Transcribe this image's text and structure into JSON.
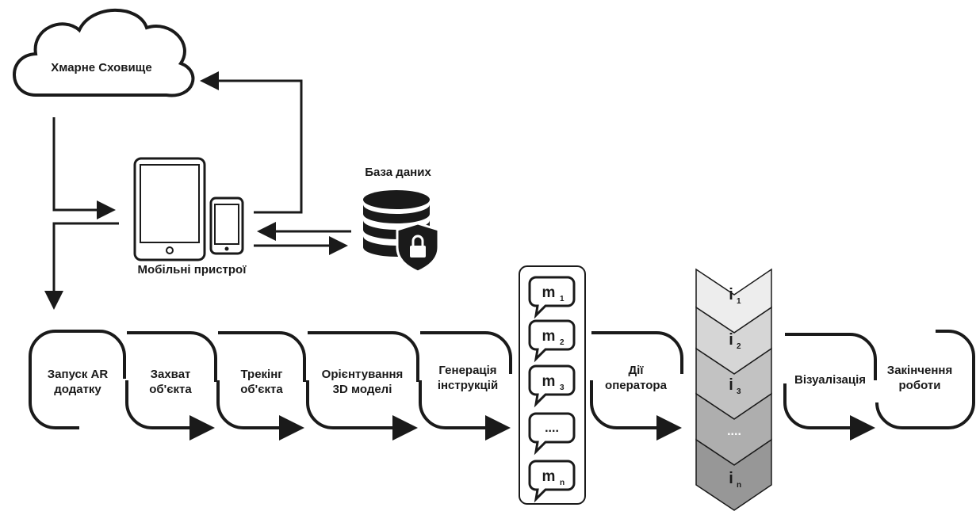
{
  "cloud_storage": {
    "label": "Хмарне Сховище"
  },
  "mobile_devices": {
    "label": "Мобільні пристрої"
  },
  "database": {
    "label": "База даних"
  },
  "steps": [
    {
      "line1": "Запуск AR",
      "line2": "додатку"
    },
    {
      "line1": "Захват",
      "line2": "об'єкта"
    },
    {
      "line1": "Трекінг",
      "line2": "об'єкта"
    },
    {
      "line1": "Орієнтування",
      "line2": "3D моделі"
    },
    {
      "line1": "Генерація",
      "line2": "інструкцій"
    },
    {
      "line1": "Дії",
      "line2": "оператора"
    },
    {
      "line1": "Візуалізація",
      "line2": ""
    },
    {
      "line1": "Закінчення",
      "line2": "роботи"
    }
  ],
  "messages": [
    {
      "base": "m",
      "sub": "1"
    },
    {
      "base": "m",
      "sub": "2"
    },
    {
      "base": "m",
      "sub": "3"
    },
    {
      "base": "....",
      "sub": ""
    },
    {
      "base": "m",
      "sub": "n"
    }
  ],
  "instructions": [
    {
      "base": "i",
      "sub": "1",
      "color": "#ededed"
    },
    {
      "base": "i",
      "sub": "2",
      "color": "#d6d6d6"
    },
    {
      "base": "i",
      "sub": "3",
      "color": "#c2c2c2"
    },
    {
      "base": "....",
      "sub": "",
      "color": "#aeaeae"
    },
    {
      "base": "i",
      "sub": "n",
      "color": "#979797"
    }
  ]
}
